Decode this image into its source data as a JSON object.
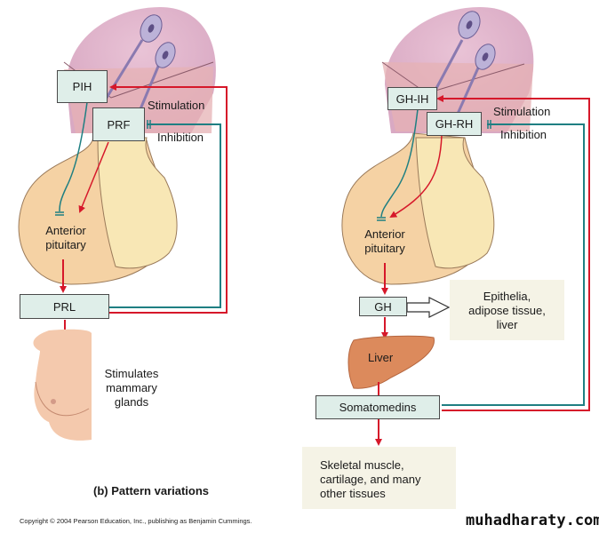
{
  "diagram": {
    "caption": "(b) Pattern variations",
    "copyright": "Copyright © 2004 Pearson Education, Inc., publishing as Benjamin Cummings.",
    "watermark": "muhadharaty.com",
    "colors": {
      "stimulation": "#d6182a",
      "inhibition": "#1f7f82",
      "box_fill": "#dfeee9",
      "panel_fill": "#f5f3e6",
      "anterior_pituitary": "#f5d2a4",
      "posterior_pituitary": "#f8e7b5",
      "hypothalamus": "#e6b8c6",
      "liver": "#dc8a5c"
    },
    "left": {
      "inhibiting_hormone": "PIH",
      "releasing_hormone": "PRF",
      "stimulation_label": "Stimulation",
      "inhibition_label": "Inhibition",
      "gland_label": [
        "Anterior",
        "pituitary"
      ],
      "hormone": "PRL",
      "target_text": [
        "Stimulates",
        "mammary",
        "glands"
      ]
    },
    "right": {
      "inhibiting_hormone": "GH-IH",
      "releasing_hormone": "GH-RH",
      "stimulation_label": "Stimulation",
      "inhibition_label": "Inhibition",
      "gland_label": [
        "Anterior",
        "pituitary"
      ],
      "hormone": "GH",
      "direct_targets": [
        "Epithelia,",
        "adipose tissue,",
        "liver"
      ],
      "liver_label": "Liver",
      "secondary_hormone": "Somatomedins",
      "final_targets": [
        "Skeletal muscle,",
        "cartilage, and many",
        "other tissues"
      ]
    }
  }
}
